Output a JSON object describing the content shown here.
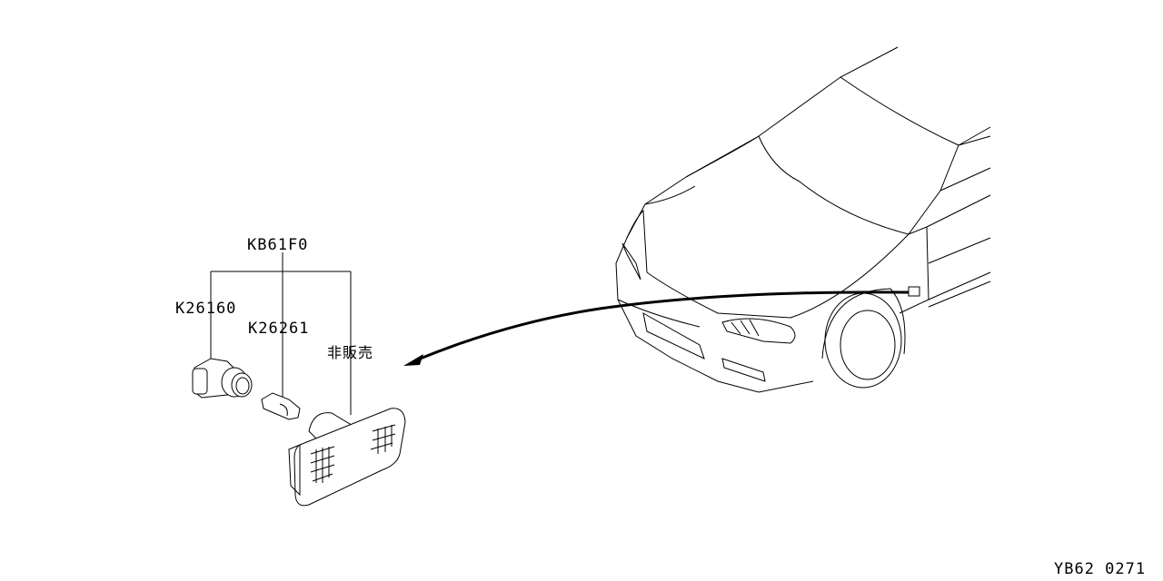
{
  "diagram": {
    "parts": [
      {
        "code": "KB61F0",
        "role": "assembly"
      },
      {
        "code": "K26160",
        "role": "socket"
      },
      {
        "code": "K26261",
        "role": "bulb"
      },
      {
        "code": "非販売",
        "role": "lens-housing"
      }
    ],
    "figure_id": "YB62 0271"
  }
}
